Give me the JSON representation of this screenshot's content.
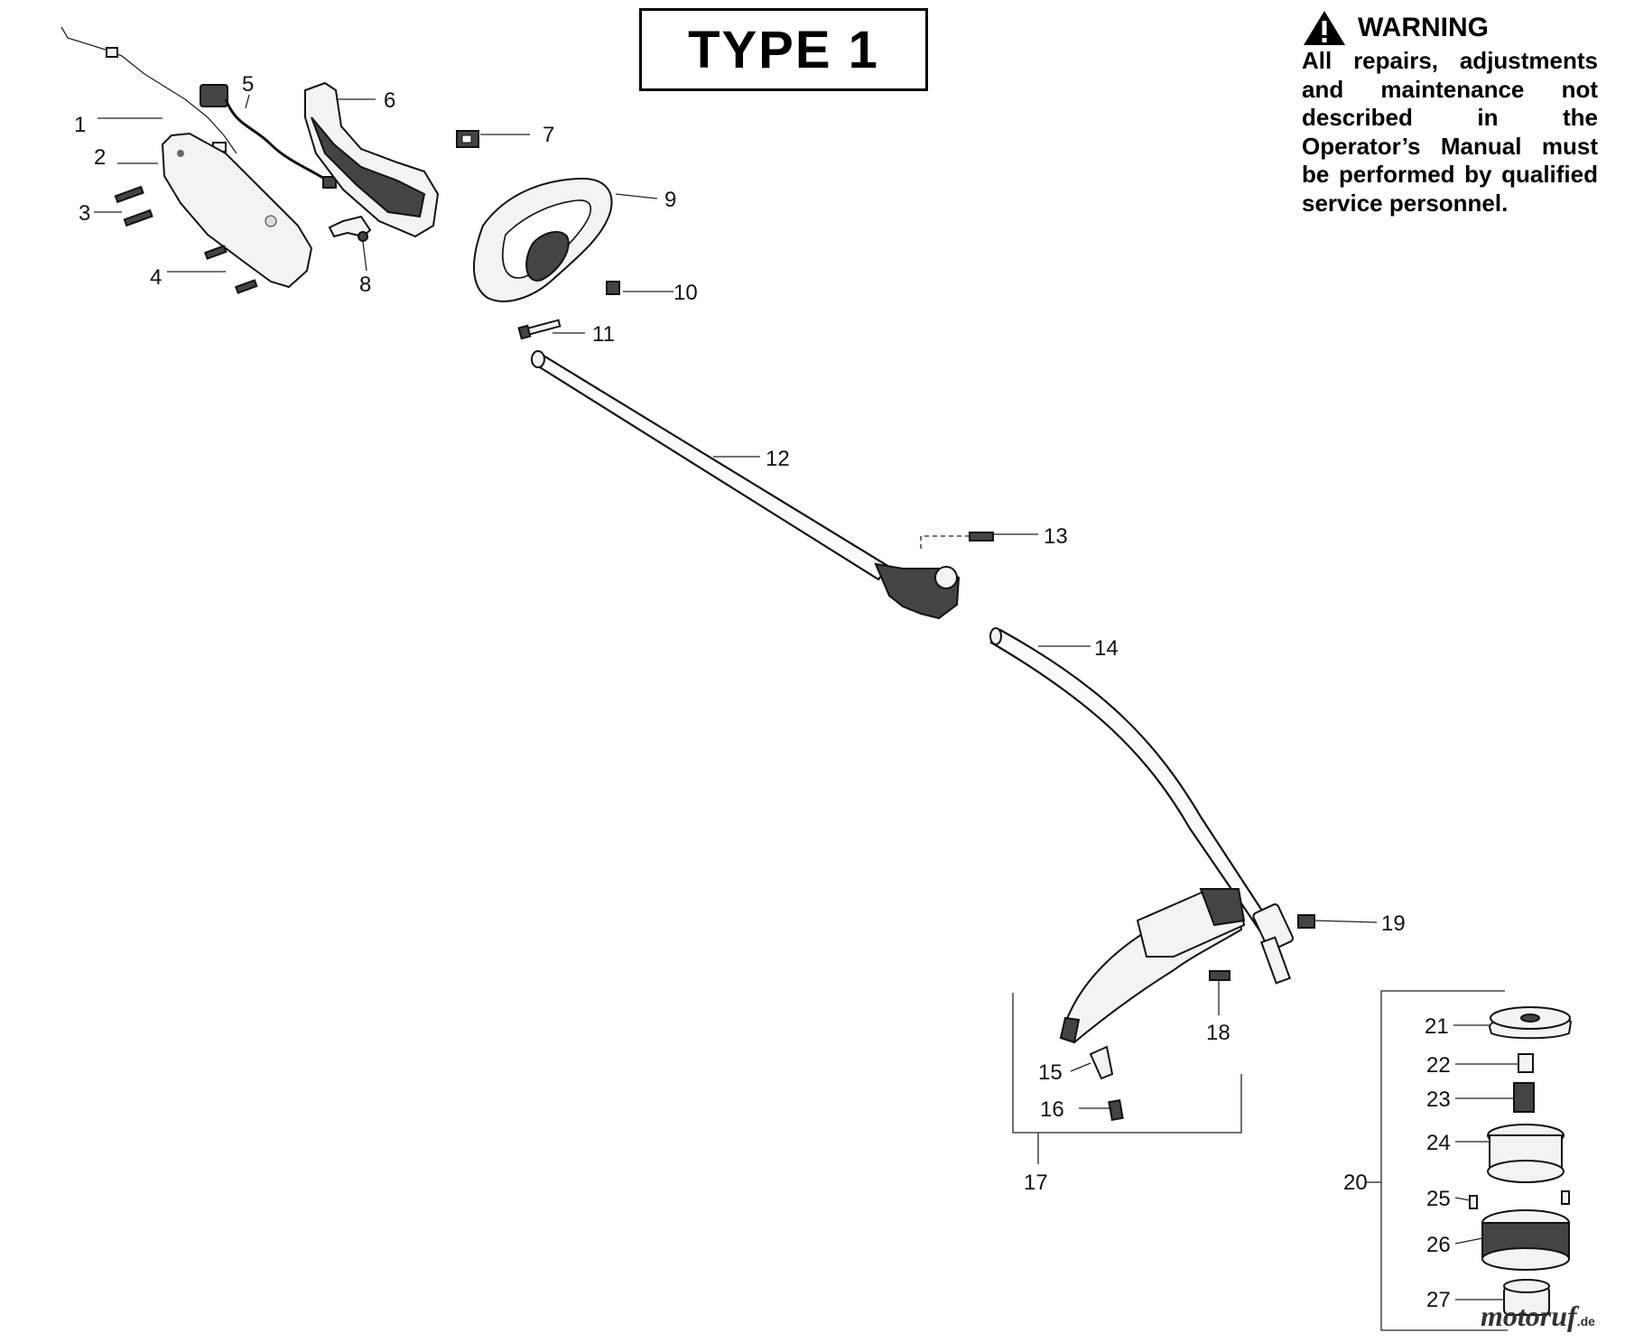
{
  "header": {
    "type_label": "TYPE 1",
    "warning_title": "WARNING",
    "warning_text": "All repairs, adjustments and maintenance not described in the Operator’s Manual must be performed by qualified service personnel."
  },
  "callouts": [
    "1",
    "2",
    "3",
    "4",
    "5",
    "6",
    "7",
    "8",
    "9",
    "10",
    "11",
    "12",
    "13",
    "14",
    "15",
    "16",
    "17",
    "18",
    "19",
    "20",
    "21",
    "22",
    "23",
    "24",
    "25",
    "26",
    "27"
  ],
  "watermark": {
    "name": "motoruf",
    "suffix": ".de"
  }
}
